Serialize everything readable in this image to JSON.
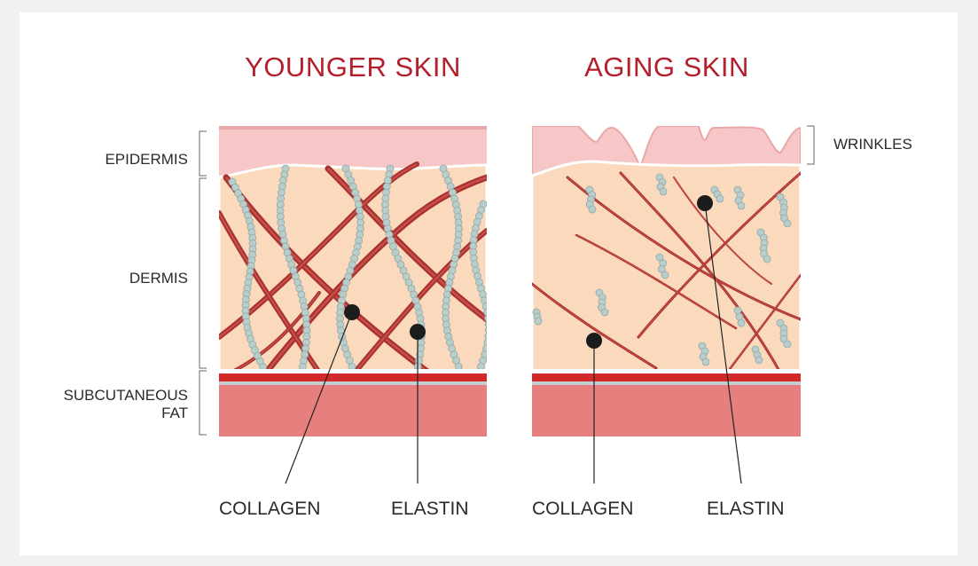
{
  "titles": {
    "left": "YOUNGER SKIN",
    "right": "AGING SKIN"
  },
  "layers": {
    "epidermis": "EPIDERMIS",
    "dermis": "DERMIS",
    "subcutaneous_line1": "SUBCUTANEOUS",
    "subcutaneous_line2": "FAT"
  },
  "annotations": {
    "wrinkles": "WRINKLES"
  },
  "callouts": {
    "left_collagen": "COLLAGEN",
    "left_elastin": "ELASTIN",
    "right_collagen": "COLLAGEN",
    "right_elastin": "ELASTIN"
  },
  "colors": {
    "title": "#b3202c",
    "epidermis": "#f7c6c6",
    "dermis": "#fbd9bd",
    "collagen": "#a8322d",
    "elastin": "#b9cdcb",
    "fat": "#e67f7d",
    "vessel": "#d3292a"
  }
}
